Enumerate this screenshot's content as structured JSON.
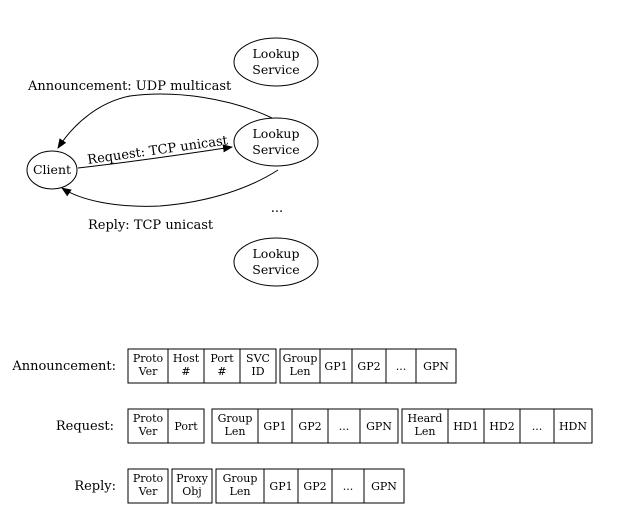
{
  "protocol_diagram": {
    "client": "Client",
    "lookup_service": [
      "Lookup",
      "Service"
    ],
    "ellipsis": "...",
    "arrows": {
      "announcement": "Announcement: UDP multicast",
      "request": "Request: TCP unicast",
      "reply": "Reply: TCP unicast"
    }
  },
  "packet_formats": [
    {
      "label": "Announcement:",
      "groups": [
        [
          {
            "lines": [
              "Proto",
              "Ver"
            ]
          },
          {
            "lines": [
              "Host",
              "#"
            ]
          },
          {
            "lines": [
              "Port",
              "#"
            ]
          },
          {
            "lines": [
              "SVC",
              "ID"
            ]
          }
        ],
        [
          {
            "lines": [
              "Group",
              "Len"
            ]
          },
          {
            "lines": [
              "GP1"
            ]
          },
          {
            "lines": [
              "GP2"
            ]
          },
          {
            "lines": [
              "..."
            ]
          },
          {
            "lines": [
              "GPN"
            ]
          }
        ]
      ]
    },
    {
      "label": "Request:",
      "groups": [
        [
          {
            "lines": [
              "Proto",
              "Ver"
            ]
          },
          {
            "lines": [
              "Port"
            ]
          }
        ],
        [
          {
            "lines": [
              "Group",
              "Len"
            ]
          },
          {
            "lines": [
              "GP1"
            ]
          },
          {
            "lines": [
              "GP2"
            ]
          },
          {
            "lines": [
              "..."
            ]
          },
          {
            "lines": [
              "GPN"
            ]
          }
        ],
        [
          {
            "lines": [
              "Heard",
              "Len"
            ]
          },
          {
            "lines": [
              "HD1"
            ]
          },
          {
            "lines": [
              "HD2"
            ]
          },
          {
            "lines": [
              "..."
            ]
          },
          {
            "lines": [
              "HDN"
            ]
          }
        ]
      ]
    },
    {
      "label": "Reply:",
      "groups": [
        [
          {
            "lines": [
              "Proto",
              "Ver"
            ]
          }
        ],
        [
          {
            "lines": [
              "Proxy",
              "Obj"
            ]
          }
        ],
        [
          {
            "lines": [
              "Group",
              "Len"
            ]
          },
          {
            "lines": [
              "GP1"
            ]
          },
          {
            "lines": [
              "GP2"
            ]
          },
          {
            "lines": [
              "..."
            ]
          },
          {
            "lines": [
              "GPN"
            ]
          }
        ]
      ]
    }
  ]
}
